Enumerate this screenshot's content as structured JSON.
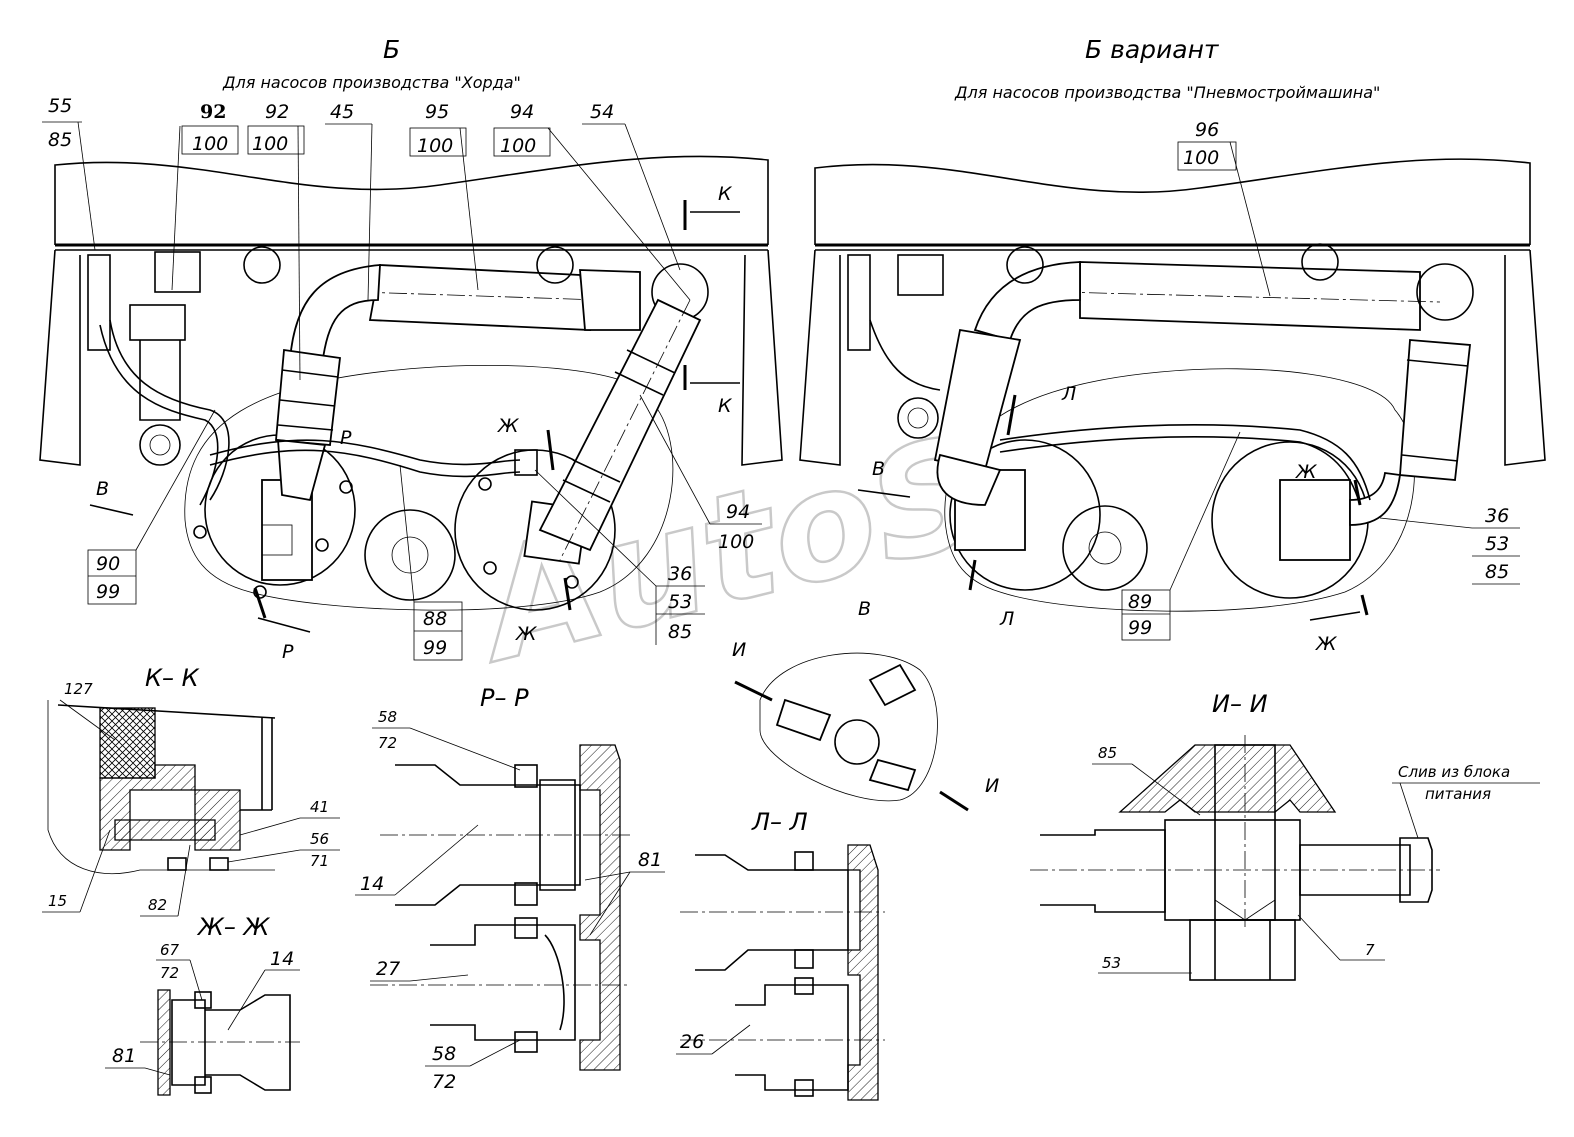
{
  "titles": {
    "view_b": "Б",
    "view_b_sub": "Для насосов производства \"Хорда\"",
    "view_b_var": "Б вариант",
    "view_b_var_sub": "Для насосов производства \"Пневмостроймашина\""
  },
  "sections": {
    "kk": "К– К",
    "pp": "Р– Р",
    "zhzh": "Ж– Ж",
    "ll": "Л– Л",
    "ii": "И– И"
  },
  "callouts_left": {
    "c55": "55",
    "c85a": "85",
    "c92b": "92",
    "c100a": "100",
    "c92": "92",
    "c100b": "100",
    "c45": "45",
    "c95": "95",
    "c100c": "100",
    "c94a": "94",
    "c100d": "100",
    "c54": "54",
    "c94b": "94",
    "c100e": "100",
    "c36": "36",
    "c53": "53",
    "c85b": "85",
    "c88": "88",
    "c99a": "99",
    "c90": "90",
    "c99b": "99"
  },
  "callouts_right": {
    "c96": "96",
    "c100": "100",
    "c36": "36",
    "c53": "53",
    "c85": "85",
    "c89": "89",
    "c99": "99"
  },
  "view_arrows": {
    "k_top": "К",
    "k_bottom": "К",
    "r_mid": "Р",
    "r_bottom": "Р",
    "zh_left_top": "Ж",
    "zh_left_bottom": "Ж",
    "v_left": "В",
    "v_right_top": "В",
    "v_right_bottom": "В",
    "l_top": "Л",
    "l_bottom": "Л",
    "zh_right_top": "Ж",
    "zh_right_bottom": "Ж",
    "i_top": "И",
    "i_bottom": "И"
  },
  "section_labels": {
    "kk": {
      "c127": "127",
      "c41": "41",
      "c56": "56",
      "c71": "71",
      "c15": "15",
      "c82": "82"
    },
    "pp": {
      "c58a": "58",
      "c72a": "72",
      "c14": "14",
      "c81": "81",
      "c27": "27",
      "c58b": "58",
      "c72b": "72"
    },
    "zhzh": {
      "c67": "67",
      "c72": "72",
      "c14": "14",
      "c81": "81"
    },
    "ll": {
      "c26": "26"
    },
    "ii": {
      "c85": "85",
      "c53": "53",
      "c7": "7",
      "drain_1": "Слив из блока",
      "drain_2": "питания"
    }
  },
  "watermark": "AutoS"
}
